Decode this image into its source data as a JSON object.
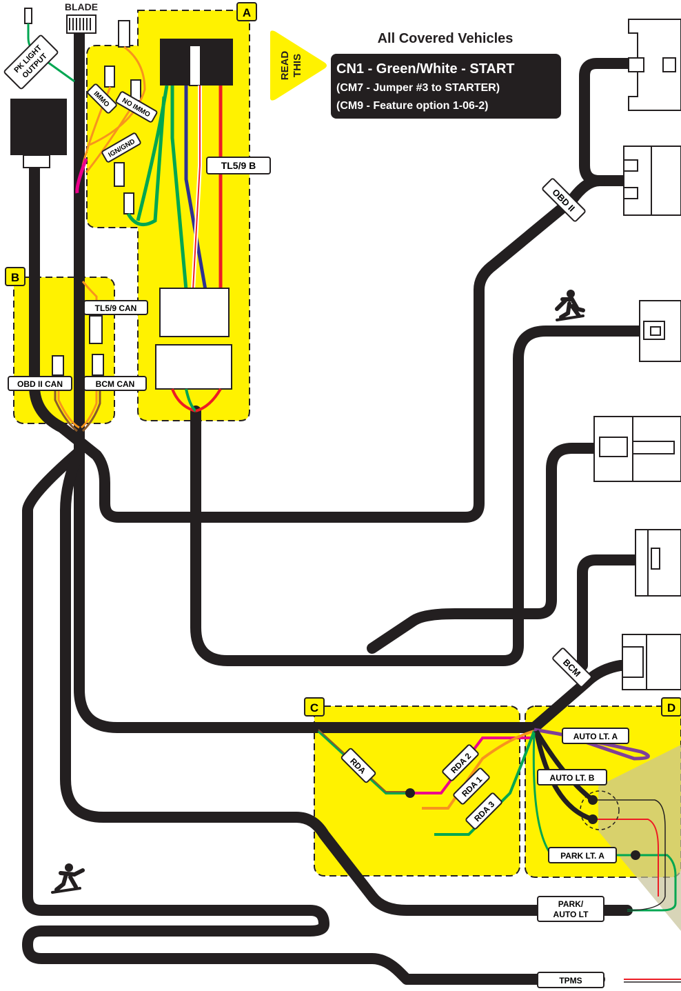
{
  "header": {
    "title": "All Covered Vehicles",
    "note_line1": "CN1 - Green/White - START",
    "note_line2": "(CM7 - Jumper #3 to STARTER)",
    "note_line3": "(CM9 - Feature option 1-06-2)",
    "read_this_1": "READ",
    "read_this_2": "THIS"
  },
  "module": {
    "label": "BLADE"
  },
  "sections": {
    "a": "A",
    "b": "B",
    "c": "C",
    "d": "D"
  },
  "labels": {
    "pk_light_1": "PK LIGHT",
    "pk_light_2": "OUTPUT",
    "immo": "IMMO",
    "no_immo": "NO IMMO",
    "ign_gnd": "IGN/GND",
    "tl59b": "TL5/9 B",
    "tl59can": "TL5/9 CAN",
    "obd2can": "OBD II CAN",
    "bcmcan": "BCM CAN",
    "obd2": "OBD II",
    "bcm": "BCM",
    "rda": "RDA",
    "rda1": "RDA 1",
    "rda2": "RDA 2",
    "rda3": "RDA 3",
    "autolta": "AUTO LT. A",
    "autoltb": "AUTO LT. B",
    "parklta": "PARK LT. A",
    "parkauto_1": "PARK/",
    "parkauto_2": "AUTO LT",
    "tpms": "TPMS"
  },
  "colors": {
    "yellow": "#fff200",
    "harness": "#231f20",
    "green": "#00a651",
    "red": "#ed1c24",
    "blue": "#2e3192",
    "orange": "#f7941d",
    "pink": "#ec008c",
    "purple": "#7f3f98",
    "brown": "#8b5a2b"
  },
  "icons": [
    "skater-icon",
    "connector-icon"
  ]
}
